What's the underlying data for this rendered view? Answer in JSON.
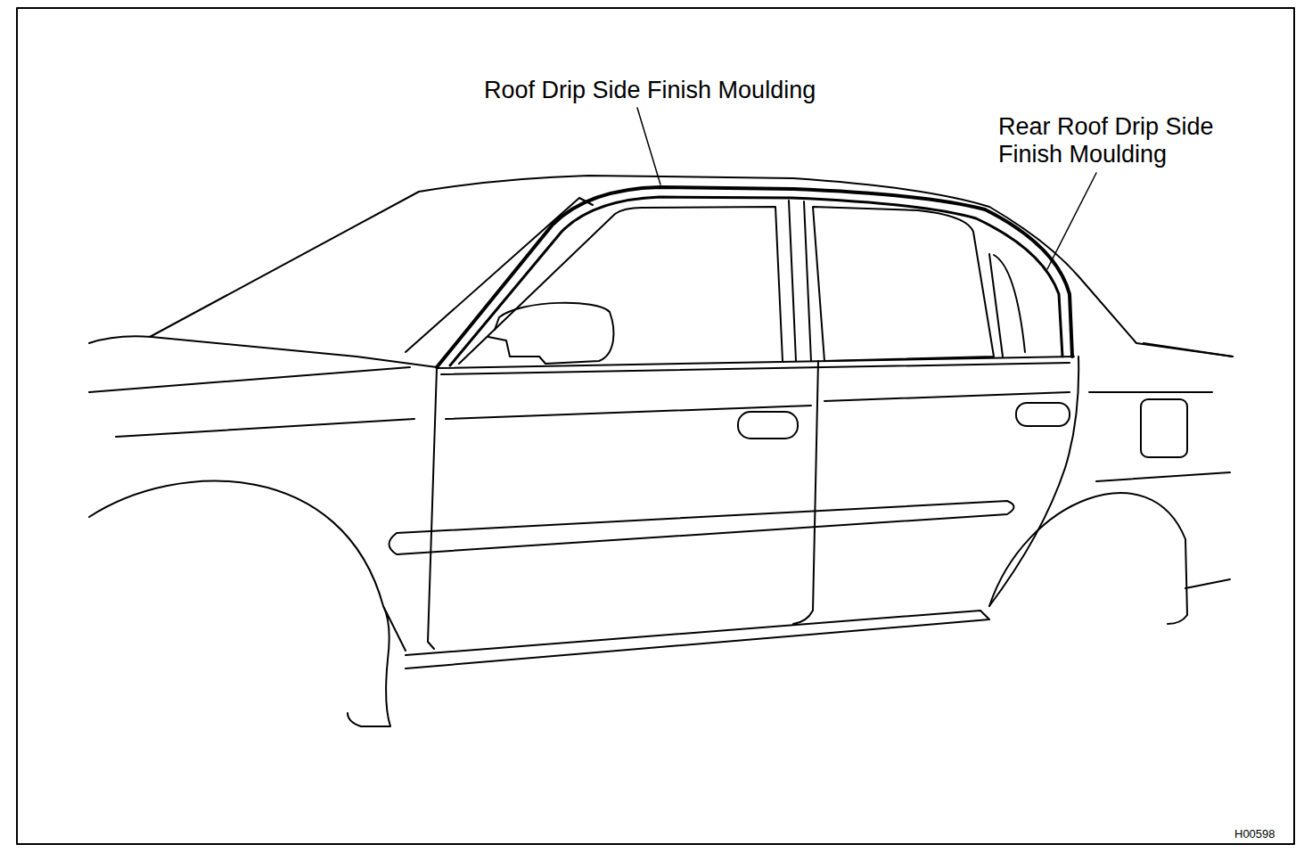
{
  "diagram": {
    "labels": [
      "Roof Drip Side Finish Moulding",
      "Rear Roof Drip Side Finish Moulding",
      "H00598"
    ]
  }
}
